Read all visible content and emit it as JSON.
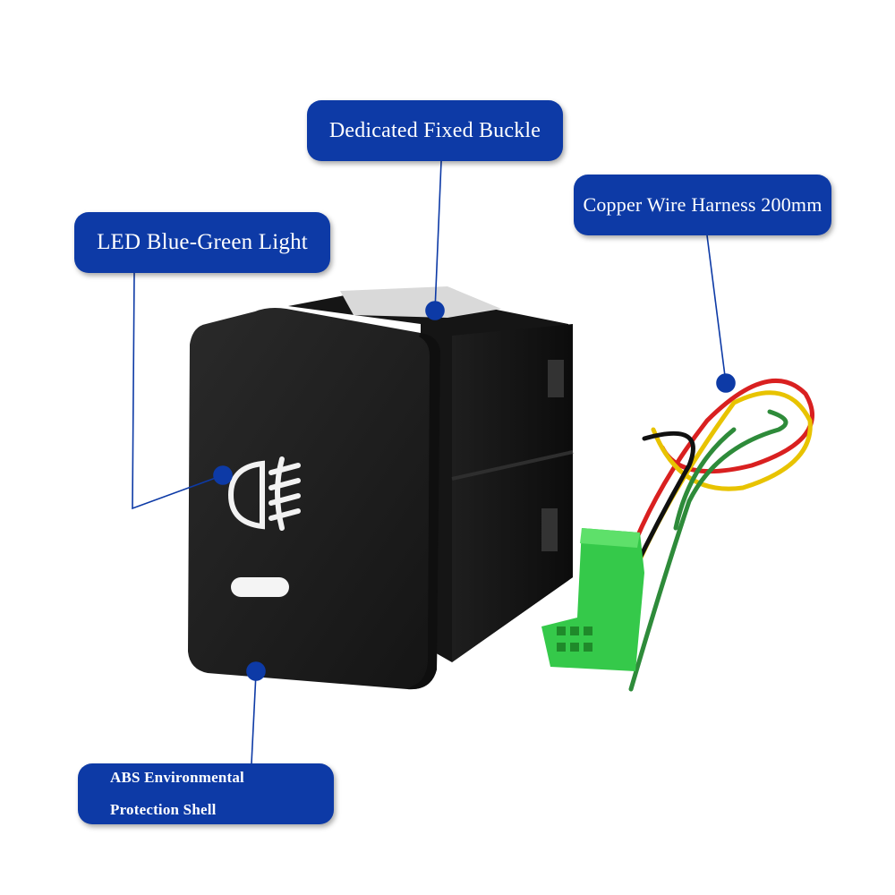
{
  "callouts": {
    "buckle": "Dedicated Fixed Buckle",
    "led": "LED Blue-Green Light",
    "wire": "Copper Wire Harness 200mm",
    "abs_line1": "ABS Environmental",
    "abs_line2": "Protection Shell"
  },
  "colors": {
    "callout_bg": "#0d3aa6",
    "switch_body": "#1b1b1b",
    "connector": "#35c94a"
  }
}
